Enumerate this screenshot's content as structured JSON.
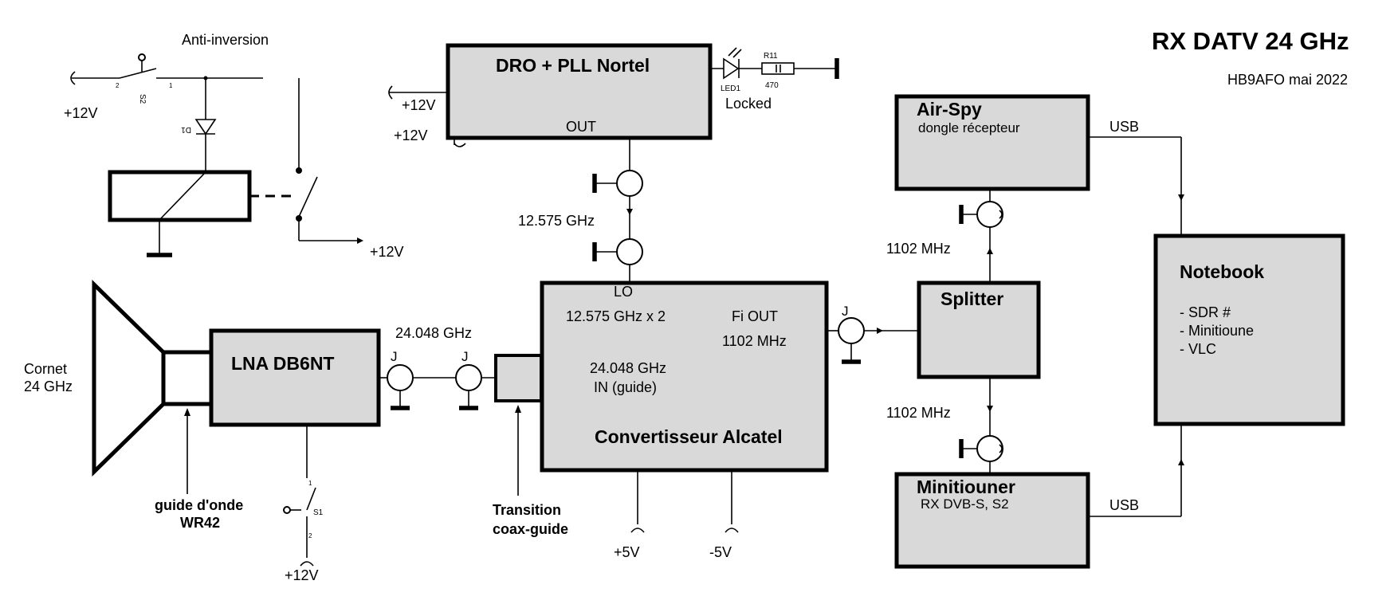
{
  "title": "RX DATV 24 GHz",
  "subtitle": "HB9AFO mai 2022",
  "blocks": {
    "dro": "DRO + PLL Nortel",
    "dro_out": "OUT",
    "lna": "LNA DB6NT",
    "converter": "Convertisseur Alcatel",
    "converter_lo": "LO",
    "converter_mult": "12.575 GHz x 2",
    "converter_fi": "Fi OUT",
    "converter_fi_freq": "1102 MHz",
    "converter_in_freq": "24.048 GHz",
    "converter_in": "IN (guide)",
    "splitter": "Splitter",
    "airspy": "Air-Spy",
    "airspy_sub": "dongle récepteur",
    "minitiouner": "Minitiouner",
    "minitiouner_sub": "RX DVB-S, S2",
    "notebook": "Notebook",
    "notebook_items": [
      "- SDR #",
      "- Minitioune",
      "- VLC"
    ]
  },
  "labels": {
    "anti_inversion": "Anti-inversion",
    "plus12v": "+12V",
    "plus5v": "+5V",
    "minus5v": "-5V",
    "lo_freq": "12.575 GHz",
    "rf_freq": "24.048 GHz",
    "if_freq_top": "1102 MHz",
    "if_freq_bottom": "1102 MHz",
    "usb_top": "USB",
    "usb_bottom": "USB",
    "locked": "Locked",
    "led": "LED1",
    "resistor": "R11",
    "resistor_value": "470",
    "cornet_line1": "Cornet",
    "cornet_line2": "24 GHz",
    "waveguide_line1": "guide d'onde",
    "waveguide_line2": "WR42",
    "transition_line1": "Transition",
    "transition_line2": "coax-guide",
    "connector_j": "J",
    "switch_s1": "S1",
    "switch_s2": "S2",
    "diode_d1": "D1",
    "pin_1": "1",
    "pin_2": "2"
  },
  "colors": {
    "block_fill": "#d9d9d9",
    "line": "#000000",
    "background": "#ffffff"
  }
}
